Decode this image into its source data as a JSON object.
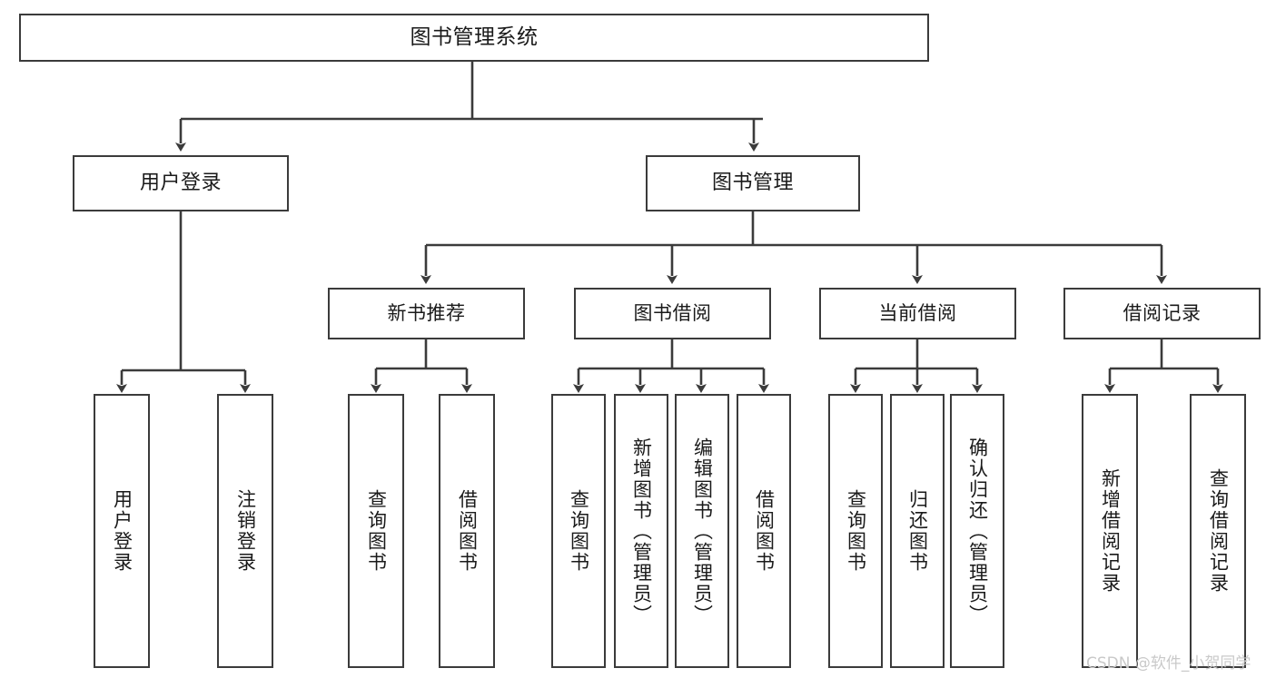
{
  "diagram": {
    "type": "tree-hierarchy",
    "title": "图书管理系统",
    "watermark": "CSDN @软件_小贺同学",
    "colors": {
      "box_border": "#3b3b3b",
      "box_fill": "#ffffff",
      "connector": "#3b3b3b",
      "text": "#1a1a1a",
      "watermark": "#c9c9c9"
    },
    "nodes": {
      "root": {
        "label": "图书管理系统",
        "level": 0,
        "orientation": "horizontal"
      },
      "user_login": {
        "label": "用户登录",
        "level": 1,
        "orientation": "horizontal"
      },
      "book_manage": {
        "label": "图书管理",
        "level": 1,
        "orientation": "horizontal"
      },
      "new_book_rec": {
        "label": "新书推荐",
        "level": 2,
        "orientation": "horizontal"
      },
      "book_borrow": {
        "label": "图书借阅",
        "level": 2,
        "orientation": "horizontal"
      },
      "current_borrow": {
        "label": "当前借阅",
        "level": 2,
        "orientation": "horizontal"
      },
      "borrow_record": {
        "label": "借阅记录",
        "level": 2,
        "orientation": "horizontal"
      },
      "leaf_user_login": {
        "label": "用户登录",
        "level": 3,
        "orientation": "vertical"
      },
      "leaf_logout": {
        "label": "注销登录",
        "level": 3,
        "orientation": "vertical"
      },
      "leaf_query_book_a": {
        "label": "查询图书",
        "level": 3,
        "orientation": "vertical"
      },
      "leaf_borrow_book_a": {
        "label": "借阅图书",
        "level": 3,
        "orientation": "vertical"
      },
      "leaf_query_book_b": {
        "label": "查询图书",
        "level": 3,
        "orientation": "vertical"
      },
      "leaf_add_book": {
        "label": "新增图书（管理员）",
        "level": 3,
        "orientation": "vertical"
      },
      "leaf_edit_book": {
        "label": "编辑图书（管理员）",
        "level": 3,
        "orientation": "vertical"
      },
      "leaf_borrow_book_b": {
        "label": "借阅图书",
        "level": 3,
        "orientation": "vertical"
      },
      "leaf_query_book_c": {
        "label": "查询图书",
        "level": 3,
        "orientation": "vertical"
      },
      "leaf_return_book": {
        "label": "归还图书",
        "level": 3,
        "orientation": "vertical"
      },
      "leaf_confirm_return": {
        "label": "确认归还（管理员）",
        "level": 3,
        "orientation": "vertical"
      },
      "leaf_add_record": {
        "label": "新增借阅记录",
        "level": 3,
        "orientation": "vertical"
      },
      "leaf_query_record": {
        "label": "查询借阅记录",
        "level": 3,
        "orientation": "vertical"
      }
    },
    "edges": [
      {
        "from": "root",
        "to": "user_login"
      },
      {
        "from": "root",
        "to": "book_manage"
      },
      {
        "from": "user_login",
        "to": "leaf_user_login"
      },
      {
        "from": "user_login",
        "to": "leaf_logout"
      },
      {
        "from": "book_manage",
        "to": "new_book_rec"
      },
      {
        "from": "book_manage",
        "to": "book_borrow"
      },
      {
        "from": "book_manage",
        "to": "current_borrow"
      },
      {
        "from": "book_manage",
        "to": "borrow_record"
      },
      {
        "from": "new_book_rec",
        "to": "leaf_query_book_a"
      },
      {
        "from": "new_book_rec",
        "to": "leaf_borrow_book_a"
      },
      {
        "from": "book_borrow",
        "to": "leaf_query_book_b"
      },
      {
        "from": "book_borrow",
        "to": "leaf_add_book"
      },
      {
        "from": "book_borrow",
        "to": "leaf_edit_book"
      },
      {
        "from": "book_borrow",
        "to": "leaf_borrow_book_b"
      },
      {
        "from": "current_borrow",
        "to": "leaf_query_book_c"
      },
      {
        "from": "current_borrow",
        "to": "leaf_return_book"
      },
      {
        "from": "current_borrow",
        "to": "leaf_confirm_return"
      },
      {
        "from": "borrow_record",
        "to": "leaf_add_record"
      },
      {
        "from": "borrow_record",
        "to": "leaf_query_record"
      }
    ]
  }
}
